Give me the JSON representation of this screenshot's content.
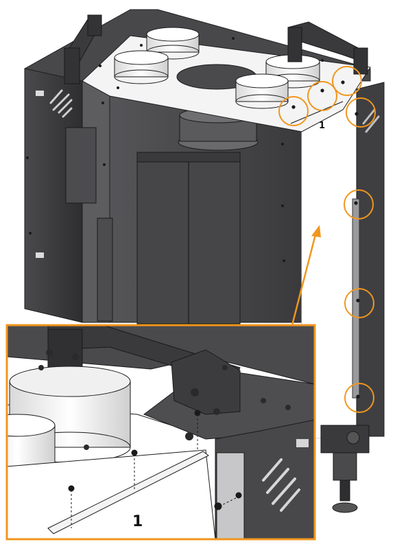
{
  "labels": {
    "callout_number": "1",
    "detail_number": "1"
  },
  "colors": {
    "accent": "#f0961e",
    "metal_dark": "#3b3b3d",
    "metal_mid": "#57575a",
    "metal_light": "#7d7d80",
    "panel_white": "#ffffff"
  },
  "diagram": {
    "highlighted_points": 7,
    "detail_inset": true,
    "pointer_arrow": true
  }
}
